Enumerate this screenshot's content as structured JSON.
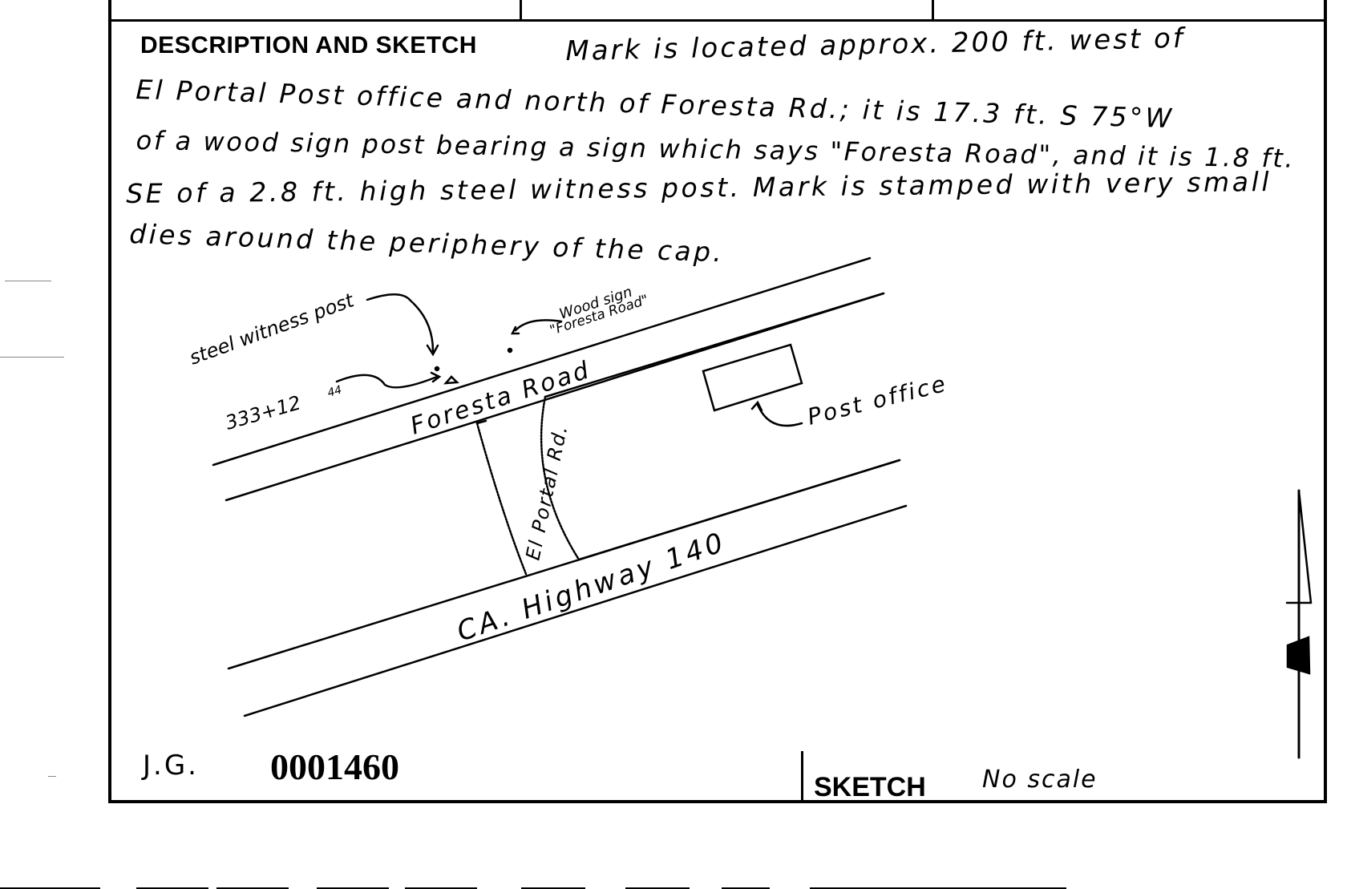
{
  "form": {
    "section_heading": "DESCRIPTION AND SKETCH",
    "description_lines": [
      "Mark is located approx. 200 ft. west of",
      "El Portal Post office and north of Foresta Rd.; it is 17.3 ft. S 75°W",
      "of a wood sign post bearing a sign which says \"Foresta Road\", and it is 1.8 ft.",
      "SE of a 2.8 ft. high steel witness post. Mark is stamped with very small",
      "dies around the periphery of the cap."
    ]
  },
  "sketch": {
    "label_steel_witness_post": "steel witness post",
    "label_wood_sign_line1": "Wood sign",
    "label_wood_sign_line2": "\"Foresta Road\"",
    "label_station": "333+12",
    "label_station_superscript": "44",
    "label_foresta_road": "Foresta Road",
    "label_el_portal_rd": "El Portal Rd.",
    "label_post_office": "Post office",
    "label_highway": "CA. Highway 140"
  },
  "footer": {
    "initials": "J.G.",
    "pid": "0001460",
    "sketch_label": "SKETCH",
    "scale_note": "No scale"
  }
}
